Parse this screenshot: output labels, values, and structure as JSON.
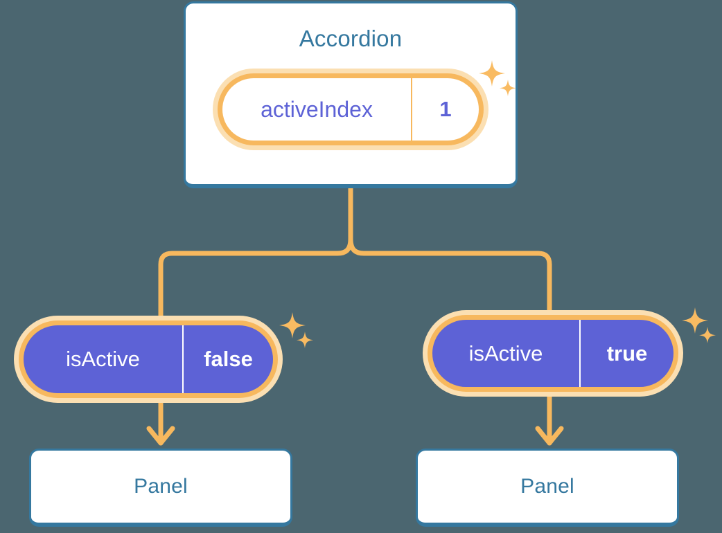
{
  "theme": {
    "background": "#4b6670",
    "card_border": "#35789f",
    "card_fill": "#ffffff",
    "title_text": "#35789f",
    "accent_orange": "#f7b85e",
    "accent_orange_pale": "#fbdfb2",
    "purple": "#5d62d6",
    "white": "#ffffff"
  },
  "tree": {
    "root": {
      "title": "Accordion",
      "state": {
        "key": "activeIndex",
        "value": "1"
      }
    },
    "branches": [
      {
        "state": {
          "key": "isActive",
          "value": "false"
        },
        "child": {
          "title": "Panel"
        }
      },
      {
        "state": {
          "key": "isActive",
          "value": "true"
        },
        "child": {
          "title": "Panel"
        }
      }
    ]
  },
  "decorations": {
    "sparkle_name": "sparkle-icon",
    "sparkle_color": "#f9bb62",
    "arrow_name": "arrow-down-icon",
    "connector_name": "tree-connector"
  }
}
